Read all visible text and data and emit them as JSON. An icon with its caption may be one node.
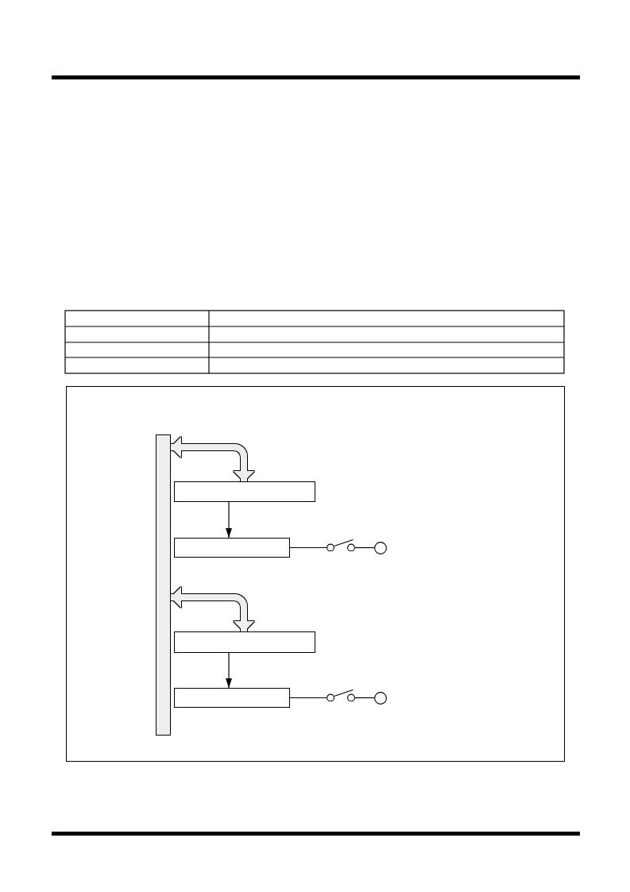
{
  "diagram": {
    "nodes": [
      {
        "text": [],
        "shape": "bar"
      },
      {
        "text": [],
        "shape": "box"
      },
      {
        "text": [],
        "shape": "box"
      },
      {
        "text": [],
        "shape": "switch"
      },
      {
        "text": [],
        "shape": "circle"
      },
      {
        "text": [],
        "shape": "box"
      },
      {
        "text": [],
        "shape": "box"
      },
      {
        "text": [],
        "shape": "switch"
      },
      {
        "text": [],
        "shape": "circle"
      }
    ],
    "edges": [
      {
        "from": 0,
        "to": 1,
        "arrow": "both",
        "style": "thick",
        "color": "#eeeeee"
      },
      {
        "from": 1,
        "to": 2,
        "arrow": "to"
      },
      {
        "from": 2,
        "to": 3,
        "arrow": "none"
      },
      {
        "from": 3,
        "to": 4,
        "arrow": "none"
      },
      {
        "from": 0,
        "to": 5,
        "arrow": "both",
        "style": "thick",
        "color": "#eeeeee"
      },
      {
        "from": 5,
        "to": 6,
        "arrow": "to"
      },
      {
        "from": 6,
        "to": 7,
        "arrow": "none"
      },
      {
        "from": 7,
        "to": 8,
        "arrow": "none"
      }
    ]
  }
}
